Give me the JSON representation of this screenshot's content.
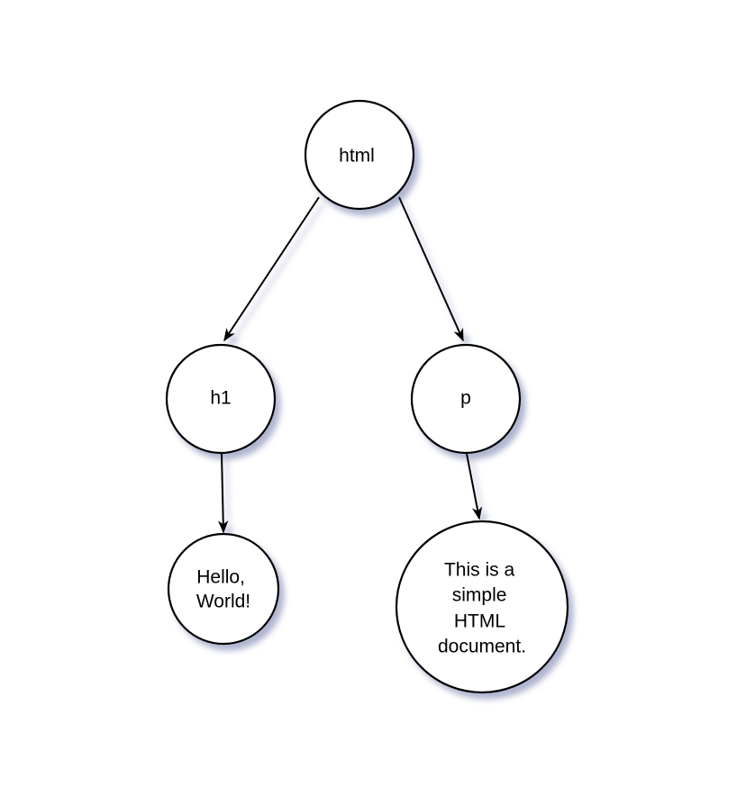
{
  "diagram": {
    "description": "DOM tree of a simple HTML document",
    "background_color": "#ffffff",
    "node_fill_color": "#ffffff",
    "node_stroke_color": "#000000",
    "text_color": "#000000",
    "shadow_color": "#7a82ad",
    "nodes": [
      {
        "id": "html",
        "lines": [
          "html"
        ]
      },
      {
        "id": "h1",
        "lines": [
          "h1"
        ]
      },
      {
        "id": "p",
        "lines": [
          "p"
        ]
      },
      {
        "id": "hello-world",
        "lines": [
          "Hello,",
          "World!"
        ]
      },
      {
        "id": "paragraph-text",
        "lines": [
          "This is a",
          "simple",
          "HTML",
          "document."
        ]
      }
    ],
    "edges": [
      {
        "from": "html",
        "to": "h1"
      },
      {
        "from": "html",
        "to": "p"
      },
      {
        "from": "h1",
        "to": "hello-world"
      },
      {
        "from": "p",
        "to": "paragraph-text"
      }
    ]
  }
}
